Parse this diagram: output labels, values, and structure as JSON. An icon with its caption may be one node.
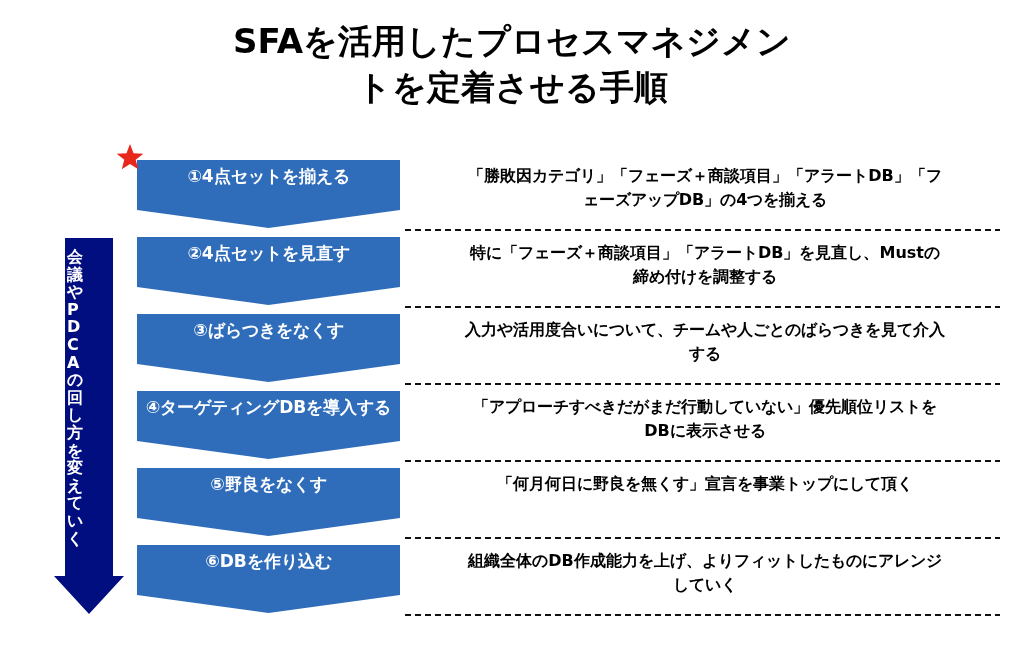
{
  "diagram": {
    "title": "SFAを活用したプロセスマネジメントを定着させる手順",
    "nodes": [
      {
        "text": [
          "会議やPDCAの回し方を変えていく"
        ]
      },
      {
        "text": [
          "①4点セットを揃える"
        ]
      },
      {
        "text": [
          "②4点セットを見直す"
        ]
      },
      {
        "text": [
          "③ばらつきをなくす"
        ]
      },
      {
        "text": [
          "④ターゲティングDBを導入する"
        ]
      },
      {
        "text": [
          "⑤野良をなくす"
        ]
      },
      {
        "text": [
          "⑥DBを作り込む"
        ]
      }
    ],
    "labels": [
      "「勝敗因カテゴリ」「フェーズ＋商談項目」「アラートDB」「フェーズアップDB」の4つを揃える",
      "特に「フェーズ＋商談項目」「アラートDB」を見直し、Mustの締め付けを調整する",
      "入力や活用度合いについて、チームや人ごとのばらつきを見て介入する",
      "「アプローチすべきだがまだ行動していない」優先順位リストをDBに表示させる",
      "「何月何日に野良を無くす」宣言を事業トップにして頂く",
      "組織全体のDB作成能力を上げ、よりフィットしたものにアレンジしていく"
    ]
  }
}
